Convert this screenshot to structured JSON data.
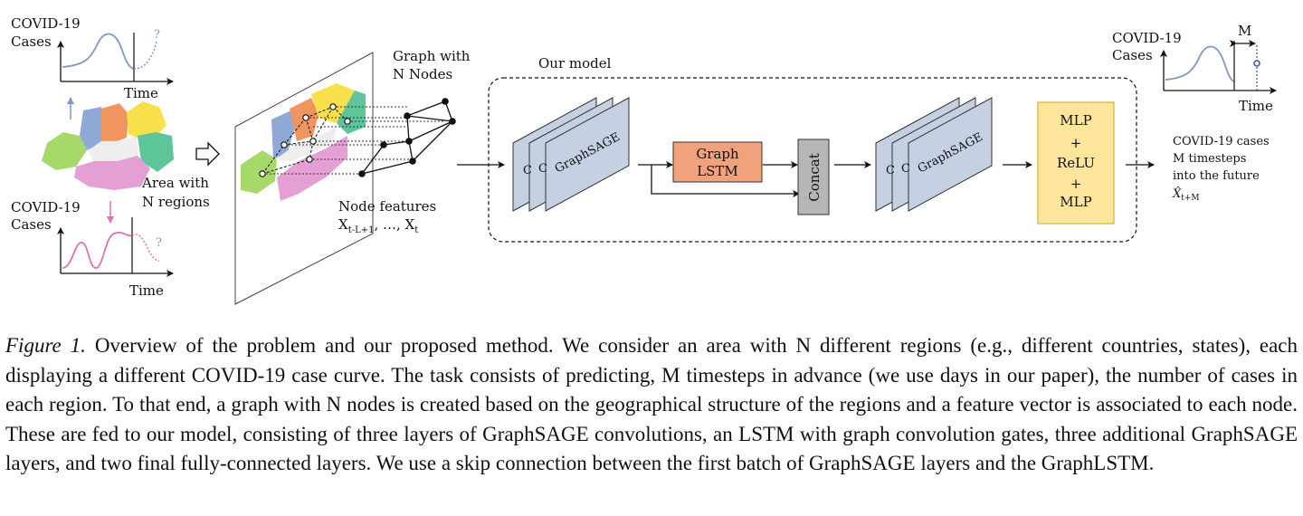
{
  "figure": {
    "top_left_plot": {
      "ylabel_line1": "COVID-19",
      "ylabel_line2": "Cases",
      "xlabel": "Time",
      "qmark": "?"
    },
    "bottom_left_plot": {
      "ylabel_line1": "COVID-19",
      "ylabel_line2": "Cases",
      "xlabel": "Time",
      "qmark": "?"
    },
    "map_label": {
      "line1": "Area with",
      "line2": "N regions"
    },
    "graph_label": {
      "line1": "Graph with",
      "line2": "N Nodes"
    },
    "node_features": {
      "line1": "Node features",
      "line2": "X",
      "line2_sub": "t-L+1",
      "line2_mid": ", …, X",
      "line2_sub2": "t"
    },
    "model_title": "Our model",
    "graphsage_label": "GraphSAGE",
    "graphsage_stub": "C",
    "graph_lstm": {
      "line1": "Graph",
      "line2": "LSTM"
    },
    "concat": "Concat",
    "mlp_block": {
      "line1": "MLP",
      "line2": "+",
      "line3": "ReLU",
      "line4": "+",
      "line5": "MLP"
    },
    "output_text": {
      "line1": "COVID-19 cases",
      "line2": "M timesteps",
      "line3": "into the future",
      "line4": "X̂",
      "line4_sub": "t+M"
    },
    "right_plot": {
      "ylabel_line1": "COVID-19",
      "ylabel_line2": "Cases",
      "xlabel": "Time",
      "mlabel": "M"
    },
    "colors": {
      "graphsage_fill": "#c5d1e2",
      "lstm_fill": "#f0a27c",
      "concat_fill": "#b6b6b6",
      "mlp_fill": "#fde59c",
      "mlp_stroke": "#d8b743",
      "curve_blue": "#7f98c7",
      "curve_pink": "#de6fbc"
    }
  },
  "caption": {
    "label": "Figure 1.",
    "text": "Overview of the problem and our proposed method. We consider an area with N different regions (e.g., different countries, states), each displaying a different COVID-19 case curve. The task consists of predicting, M timesteps in advance (we use days in our paper), the number of cases in each region. To that end, a graph with N nodes is created based on the geographical structure of the regions and a feature vector is associated to each node. These are fed to our model, consisting of three layers of GraphSAGE convolutions, an LSTM with graph convolution gates, three additional GraphSAGE layers, and two final fully-connected layers. We use a skip connection between the first batch of GraphSAGE layers and the GraphLSTM."
  }
}
